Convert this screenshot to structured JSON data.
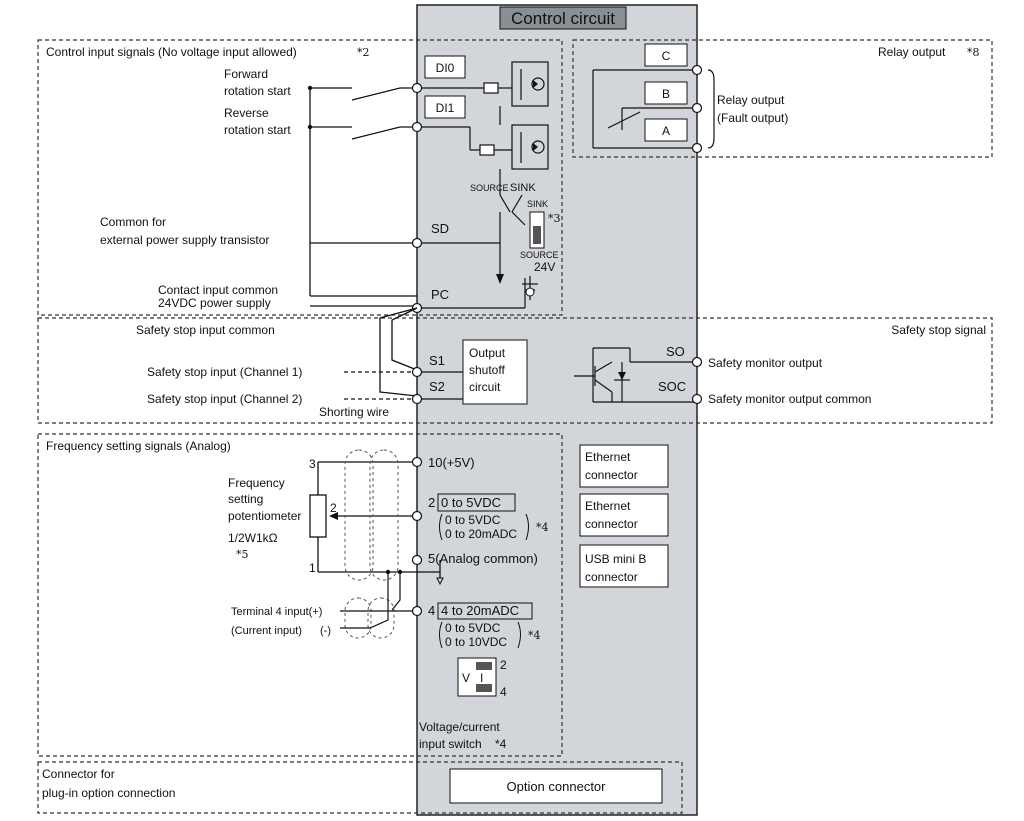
{
  "title": "Control circuit",
  "sections": {
    "control_input": "Control input signals (No voltage input allowed)",
    "control_input_note": "*2",
    "relay_output": "Relay output",
    "relay_output_note": "*8",
    "safety_common": "Safety stop input common",
    "safety_signal": "Safety stop signal",
    "freq_setting": "Frequency setting signals (Analog)",
    "plugin_line1": "Connector for",
    "plugin_line2": "plug-in option connection"
  },
  "inputs": {
    "fwd_line1": "Forward",
    "fwd_line2": "rotation start",
    "rev_line1": "Reverse",
    "rev_line2": "rotation start",
    "common_line1": "Common for",
    "common_line2": "external power supply transistor",
    "contact_line1": "Contact input common",
    "contact_line2": "24VDC power supply"
  },
  "terminals": {
    "di0": "DI0",
    "di1": "DI1",
    "sd": "SD",
    "pc": "PC",
    "c": "C",
    "b": "B",
    "a": "A",
    "s1": "S1",
    "s2": "S2",
    "so": "SO",
    "soc": "SOC",
    "t10": "10(+5V)",
    "t2": "2",
    "t5": "5(Analog common)",
    "t4": "4"
  },
  "sink_source": {
    "source_small": "SOURCE",
    "sink": "SINK",
    "switch_sink": "SINK",
    "switch_source": "SOURCE",
    "switch_note": "*3",
    "v24": "24V"
  },
  "relay": {
    "label_line1": "Relay output",
    "label_line2": "(Fault output)"
  },
  "safety": {
    "ch1": "Safety stop input (Channel 1)",
    "ch2": "Safety stop input (Channel 2)",
    "shorting": "Shorting wire",
    "shutoff_line1": "Output",
    "shutoff_line2": "shutoff",
    "shutoff_line3": "circuit",
    "monitor": "Safety monitor output",
    "monitor_common": "Safety monitor output common"
  },
  "analog": {
    "pot_line1": "Frequency",
    "pot_line2": "setting",
    "pot_line3": "potentiometer",
    "pot_line4": "1/2W1kΩ",
    "pot_note": "*5",
    "pin3": "3",
    "pin2": "2",
    "pin1": "1",
    "t2_range": "0 to 5VDC",
    "t2_alt1": "0 to 5VDC",
    "t2_alt2": "0 to 20mADC",
    "t2_note": "*4",
    "t4_range": "4 to 20mADC",
    "t4_alt1": "0 to 5VDC",
    "t4_alt2": "0 to 10VDC",
    "t4_note": "*4",
    "term4_label": "Terminal 4 input(+)",
    "current_label": "(Current input)",
    "minus": "(-)",
    "switch_v": "V",
    "switch_i": "I",
    "switch_2": "2",
    "switch_4": "4",
    "vc_line1": "Voltage/current",
    "vc_line2": "input switch",
    "vc_note": "*4"
  },
  "connectors": {
    "eth1_line1": "Ethernet",
    "eth1_line2": "connector",
    "eth2_line1": "Ethernet",
    "eth2_line2": "connector",
    "usb_line1": "USB mini B",
    "usb_line2": "connector",
    "option": "Option connector"
  }
}
